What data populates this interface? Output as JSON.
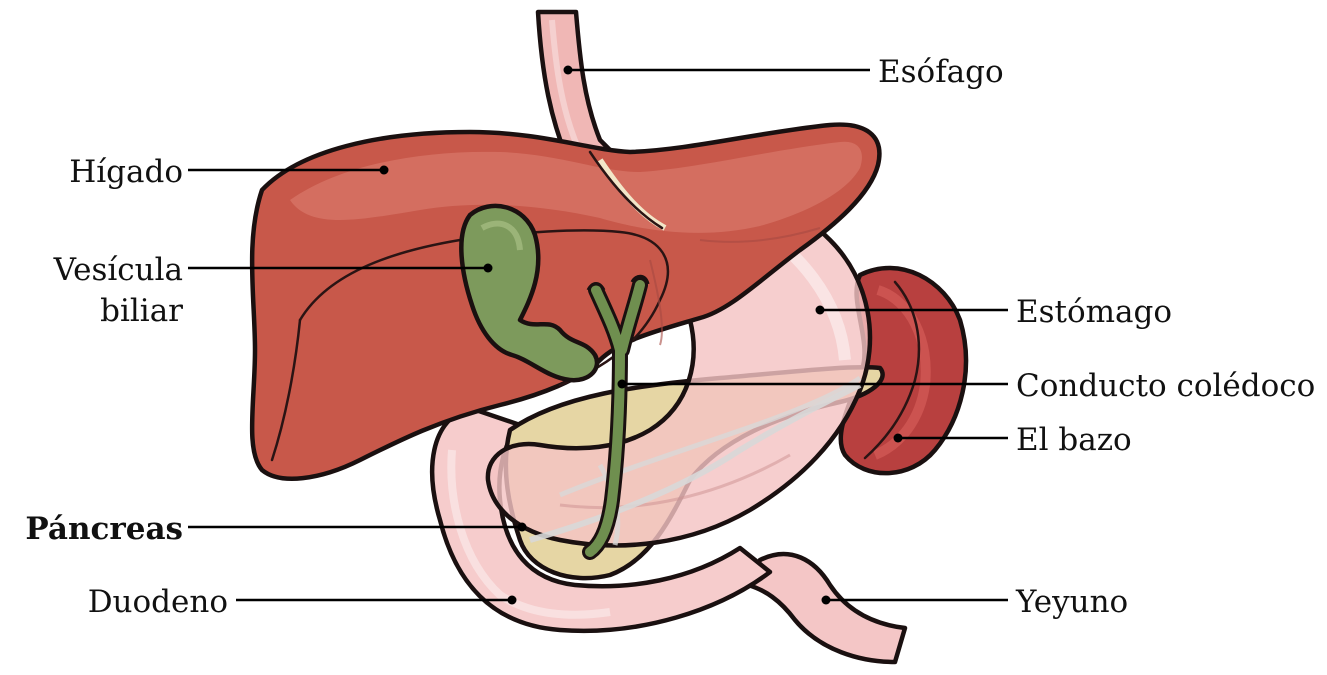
{
  "labels": {
    "esofago": "Esófago",
    "higado": "Hígado",
    "vesicula_line1": "Vesícula",
    "vesicula_line2": "biliar",
    "estomago": "Estómago",
    "conducto": "Conducto colédoco",
    "bazo": "El bazo",
    "pancreas": "Páncreas",
    "duodeno": "Duodeno",
    "yeyuno": "Yeyuno"
  },
  "colors": {
    "liver": "#c8584a",
    "liver_light": "#d9776a",
    "liver_under": "#b34b42",
    "stomach": "#f4c3c3",
    "esophagus": "#f0b7b5",
    "gallbladder": "#7d9a5c",
    "spleen": "#b8403f",
    "pancreas": "#e6d6a4",
    "outline": "#1a1010"
  },
  "highlighted_label": "pancreas"
}
